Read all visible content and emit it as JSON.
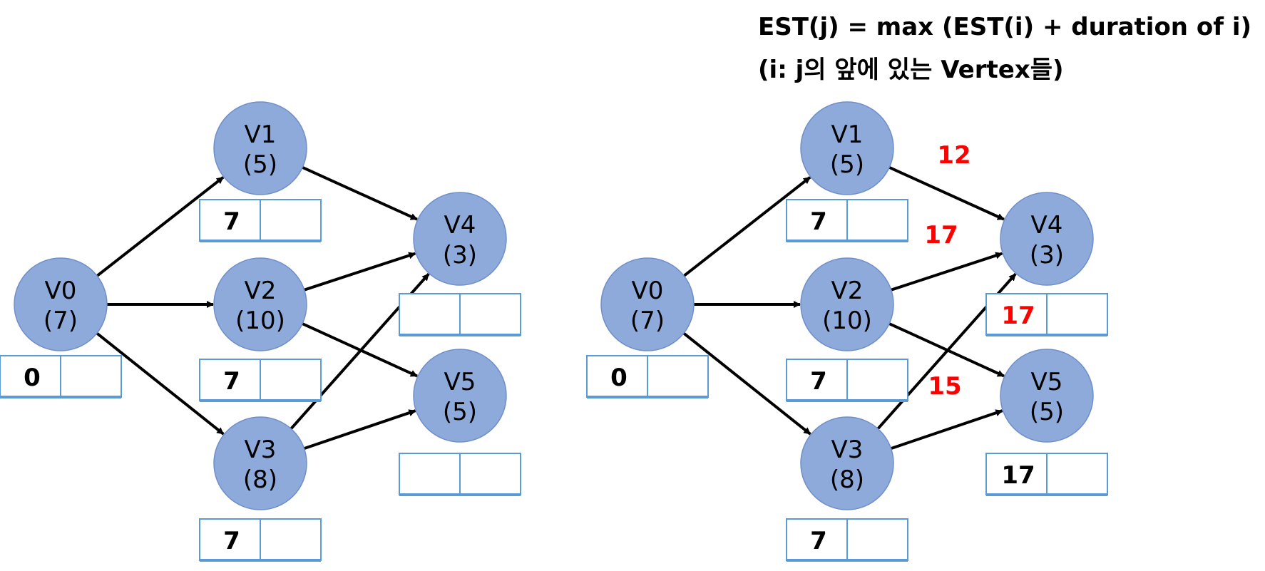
{
  "formula": {
    "line1": "EST(j) = max (EST(i) + duration of i)",
    "line2": "(i: j의 앞에 있는 Vertex들)"
  },
  "colors": {
    "node_fill": "#8eaadb",
    "node_stroke": "#6f8fc9",
    "box_stroke": "#5b9bd5",
    "edge": "#000000",
    "highlight": "#ff0000"
  },
  "panels": [
    {
      "nodes": [
        {
          "id": "V0",
          "label": "V0",
          "duration": "(7)",
          "est": "0",
          "est_highlight": false
        },
        {
          "id": "V1",
          "label": "V1",
          "duration": "(5)",
          "est": "7",
          "est_highlight": false
        },
        {
          "id": "V2",
          "label": "V2",
          "duration": "(10)",
          "est": "7",
          "est_highlight": false
        },
        {
          "id": "V3",
          "label": "V3",
          "duration": "(8)",
          "est": "7",
          "est_highlight": false
        },
        {
          "id": "V4",
          "label": "V4",
          "duration": "(3)",
          "est": "",
          "est_highlight": false
        },
        {
          "id": "V5",
          "label": "V5",
          "duration": "(5)",
          "est": "",
          "est_highlight": false
        }
      ],
      "edges": [
        {
          "from": "V0",
          "to": "V1"
        },
        {
          "from": "V0",
          "to": "V2"
        },
        {
          "from": "V0",
          "to": "V3"
        },
        {
          "from": "V1",
          "to": "V4"
        },
        {
          "from": "V2",
          "to": "V4"
        },
        {
          "from": "V2",
          "to": "V5"
        },
        {
          "from": "V3",
          "to": "V4"
        },
        {
          "from": "V3",
          "to": "V5"
        }
      ],
      "edge_labels": []
    },
    {
      "nodes": [
        {
          "id": "V0",
          "label": "V0",
          "duration": "(7)",
          "est": "0",
          "est_highlight": false
        },
        {
          "id": "V1",
          "label": "V1",
          "duration": "(5)",
          "est": "7",
          "est_highlight": false
        },
        {
          "id": "V2",
          "label": "V2",
          "duration": "(10)",
          "est": "7",
          "est_highlight": false
        },
        {
          "id": "V3",
          "label": "V3",
          "duration": "(8)",
          "est": "7",
          "est_highlight": false
        },
        {
          "id": "V4",
          "label": "V4",
          "duration": "(3)",
          "est": "17",
          "est_highlight": true
        },
        {
          "id": "V5",
          "label": "V5",
          "duration": "(5)",
          "est": "17",
          "est_highlight": false
        }
      ],
      "edges": [
        {
          "from": "V0",
          "to": "V1"
        },
        {
          "from": "V0",
          "to": "V2"
        },
        {
          "from": "V0",
          "to": "V3"
        },
        {
          "from": "V1",
          "to": "V4"
        },
        {
          "from": "V2",
          "to": "V4"
        },
        {
          "from": "V2",
          "to": "V5"
        },
        {
          "from": "V3",
          "to": "V4"
        },
        {
          "from": "V3",
          "to": "V5"
        }
      ],
      "edge_labels": [
        {
          "edge": "V1-V4",
          "text": "12"
        },
        {
          "edge": "V2-V4",
          "text": "17"
        },
        {
          "edge": "V3-V4",
          "text": "15"
        }
      ]
    }
  ]
}
